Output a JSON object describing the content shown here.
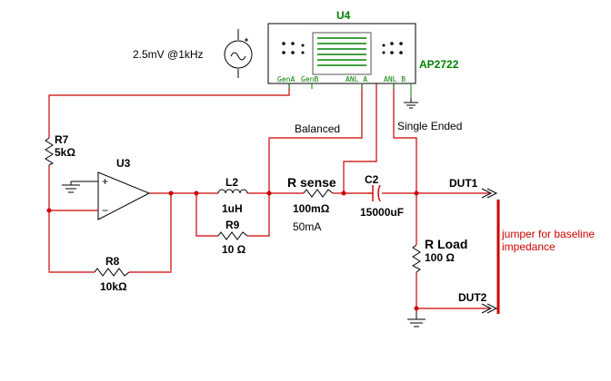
{
  "source": {
    "label": "2.5mV @1kHz"
  },
  "analyzer": {
    "ref": "U4",
    "part": "AP2722",
    "pins": [
      "GenA",
      "GenB",
      "ANL_A",
      "ANL_B"
    ]
  },
  "annotations": {
    "balanced": "Balanced",
    "single_ended": "Single Ended",
    "jumper_line1": "jumper for baseline",
    "jumper_line2": "impedance"
  },
  "components": {
    "r7": {
      "ref": "R7",
      "value": "5kΩ"
    },
    "u3": {
      "ref": "U3",
      "plus": "+",
      "minus": "−"
    },
    "l2": {
      "ref": "L2",
      "value": "1uH"
    },
    "r9": {
      "ref": "R9",
      "value": "10 Ω"
    },
    "rsense": {
      "ref": "R sense",
      "value": "100mΩ",
      "current": "50mA"
    },
    "c2": {
      "ref": "C2",
      "value": "15000uF"
    },
    "r8": {
      "ref": "R8",
      "value": "10kΩ"
    },
    "rload": {
      "ref": "R Load",
      "value": "100 Ω"
    }
  },
  "ports": {
    "dut1": "DUT1",
    "dut2": "DUT2"
  },
  "colors": {
    "wire": "#cc0000",
    "label_green": "#008000",
    "jumper": "#cc0000"
  }
}
